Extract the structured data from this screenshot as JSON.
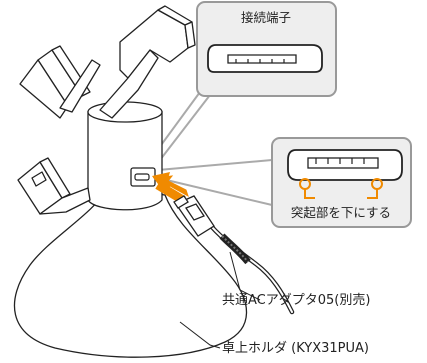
{
  "labels": {
    "connector_terminal": "接続端子",
    "protrusion_down": "突起部を下にする",
    "ac_adapter": "共通ACアダプタ05(別売)",
    "desktop_holder": "卓上ホルダ (KYX31PUA)"
  },
  "colors": {
    "accent_orange": "#f08a00",
    "line": "#222222",
    "callout_fill": "#eeeeee",
    "callout_border": "#999999"
  }
}
